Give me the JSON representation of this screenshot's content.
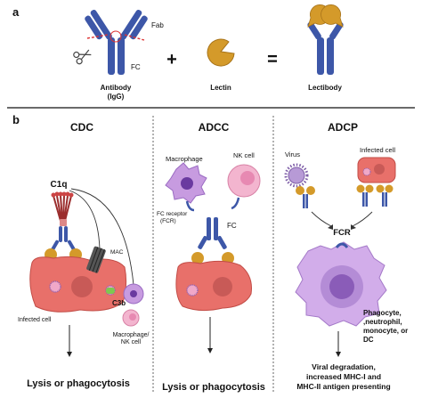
{
  "panel_a": {
    "label": "a",
    "antibody": {
      "label_line1": "Antibody",
      "label_line2": "(IgG)",
      "fab": "Fab",
      "fc": "FC"
    },
    "plus": "+",
    "lectin": {
      "label": "Lectin"
    },
    "equals": "=",
    "lectibody": {
      "label": "Lectibody"
    }
  },
  "panel_b": {
    "label": "b",
    "cdc": {
      "title": "CDC",
      "c1q": "C1q",
      "mac": "MAC",
      "c3b": "C3b",
      "infected_cell": "Infected cell",
      "effector_line1": "Macrophage/",
      "effector_line2": "NK cell",
      "outcome": "Lysis or phagocytosis"
    },
    "adcc": {
      "title": "ADCC",
      "macrophage": "Macrophage",
      "nk_cell": "NK cell",
      "fc_receptor_line1": "FC receptor",
      "fc_receptor_line2": "(FCR)",
      "fc": "FC",
      "outcome": "Lysis or phagocytosis"
    },
    "adcp": {
      "title": "ADCP",
      "virus": "Virus",
      "infected_cell": "Infected cell",
      "fcr": "FCR",
      "phagocyte_line1": "Phagocyte,",
      "phagocyte_line2": ",neutrophil,",
      "phagocyte_line3": "monocyte, or",
      "phagocyte_line4": "DC",
      "outcome_line1": "Viral degradation,",
      "outcome_line2": "increased MHC-I and",
      "outcome_line3": "MHC-II antigen presenting"
    }
  },
  "colors": {
    "antibody_blue": "#3d57a8",
    "lectin_orange": "#d49a2a",
    "infected_cell_red": "#e8706a",
    "macrophage_purple": "#c79be0",
    "nk_pink": "#f3b5cf",
    "mac_gray": "#555555",
    "c3b_green": "#7ec850"
  }
}
